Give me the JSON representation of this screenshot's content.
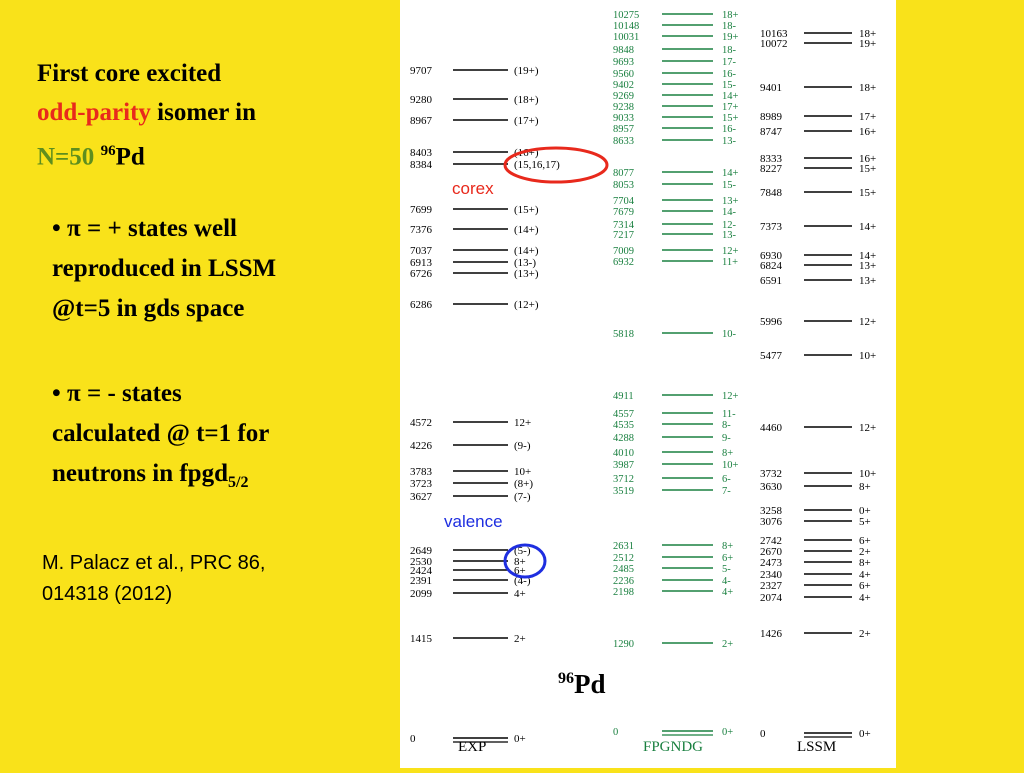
{
  "slide": {
    "title": {
      "line1": "First core excited",
      "word_red": "odd-parity",
      "line2_rest": " isomer in",
      "word_green": "N=50",
      "mass": "96",
      "element": "Pd"
    },
    "bullets": [
      {
        "marker": "•",
        "pi": "π",
        "lines": [
          " = + states well",
          "reproduced in LSSM",
          "@t=5 in gds space"
        ]
      },
      {
        "marker": "•",
        "pi": "π",
        "lines": [
          " = - states",
          "calculated @ t=1 for",
          "neutrons in fpgd"
        ],
        "subscript": "5/2"
      }
    ],
    "reference": [
      "M. Palacz et al., PRC 86,",
      "014318 (2012)"
    ]
  },
  "scheme": {
    "nucleus_label": {
      "mass": "96",
      "element": "Pd"
    },
    "annotations": {
      "corex": "corex",
      "valence": "valence"
    },
    "colors": {
      "exp": "#000000",
      "fpgndg": "#1A8040",
      "lssm": "#000000",
      "corex": "#E8291C",
      "valence": "#1E2EE0"
    },
    "columns": [
      {
        "name": "EXP",
        "levels": [
          {
            "energy": "9707",
            "spin": "(19+)"
          },
          {
            "energy": "9280",
            "spin": "(18+)"
          },
          {
            "energy": "8967",
            "spin": "(17+)"
          },
          {
            "energy": "8403",
            "spin": "(16+)"
          },
          {
            "energy": "8384",
            "spin": "(15,16,17)"
          },
          {
            "energy": "7699",
            "spin": "(15+)"
          },
          {
            "energy": "7376",
            "spin": "(14+)"
          },
          {
            "energy": "7037",
            "spin": "(14+)"
          },
          {
            "energy": "6913",
            "spin": "(13-)"
          },
          {
            "energy": "6726",
            "spin": "(13+)"
          },
          {
            "energy": "6286",
            "spin": "(12+)"
          },
          {
            "energy": "4572",
            "spin": "12+"
          },
          {
            "energy": "4226",
            "spin": "(9-)"
          },
          {
            "energy": "3783",
            "spin": "10+"
          },
          {
            "energy": "3723",
            "spin": "(8+)"
          },
          {
            "energy": "3627",
            "spin": "(7-)"
          },
          {
            "energy": "2649",
            "spin": "(5-)"
          },
          {
            "energy": "2530",
            "spin": "8+"
          },
          {
            "energy": "2424",
            "spin": "6+"
          },
          {
            "energy": "2391",
            "spin": "(4-)"
          },
          {
            "energy": "2099",
            "spin": "4+"
          },
          {
            "energy": "1415",
            "spin": "2+"
          },
          {
            "energy": "0",
            "spin": "0+"
          }
        ]
      },
      {
        "name": "FPGNDG",
        "levels": [
          {
            "energy": "10275",
            "spin": "18+"
          },
          {
            "energy": "10148",
            "spin": "18-"
          },
          {
            "energy": "10031",
            "spin": "19+"
          },
          {
            "energy": "9848",
            "spin": "18-"
          },
          {
            "energy": "9693",
            "spin": "17-"
          },
          {
            "energy": "9560",
            "spin": "16-"
          },
          {
            "energy": "9402",
            "spin": "15-"
          },
          {
            "energy": "9269",
            "spin": "14+"
          },
          {
            "energy": "9238",
            "spin": "17+"
          },
          {
            "energy": "9033",
            "spin": "15+"
          },
          {
            "energy": "8957",
            "spin": "16-"
          },
          {
            "energy": "8633",
            "spin": "13-"
          },
          {
            "energy": "8077",
            "spin": "14+"
          },
          {
            "energy": "8053",
            "spin": "15-"
          },
          {
            "energy": "7704",
            "spin": "13+"
          },
          {
            "energy": "7679",
            "spin": "14-"
          },
          {
            "energy": "7314",
            "spin": "12-"
          },
          {
            "energy": "7217",
            "spin": "13-"
          },
          {
            "energy": "7009",
            "spin": "12+"
          },
          {
            "energy": "6932",
            "spin": "11+"
          },
          {
            "energy": "5818",
            "spin": "10-"
          },
          {
            "energy": "4911",
            "spin": "12+"
          },
          {
            "energy": "4557",
            "spin": "11-"
          },
          {
            "energy": "4535",
            "spin": "8-"
          },
          {
            "energy": "4288",
            "spin": "9-"
          },
          {
            "energy": "4010",
            "spin": "8+"
          },
          {
            "energy": "3987",
            "spin": "10+"
          },
          {
            "energy": "3712",
            "spin": "6-"
          },
          {
            "energy": "3519",
            "spin": "7-"
          },
          {
            "energy": "2631",
            "spin": "8+"
          },
          {
            "energy": "2512",
            "spin": "6+"
          },
          {
            "energy": "2485",
            "spin": "5-"
          },
          {
            "energy": "2236",
            "spin": "4-"
          },
          {
            "energy": "2198",
            "spin": "4+"
          },
          {
            "energy": "1290",
            "spin": "2+"
          },
          {
            "energy": "0",
            "spin": "0+"
          }
        ]
      },
      {
        "name": "LSSM",
        "levels": [
          {
            "energy": "10163",
            "spin": "18+"
          },
          {
            "energy": "10072",
            "spin": "19+"
          },
          {
            "energy": "9401",
            "spin": "18+"
          },
          {
            "energy": "8989",
            "spin": "17+"
          },
          {
            "energy": "8747",
            "spin": "16+"
          },
          {
            "energy": "8333",
            "spin": "16+"
          },
          {
            "energy": "8227",
            "spin": "15+"
          },
          {
            "energy": "7848",
            "spin": "15+"
          },
          {
            "energy": "7373",
            "spin": "14+"
          },
          {
            "energy": "6930",
            "spin": "14+"
          },
          {
            "energy": "6824",
            "spin": "13+"
          },
          {
            "energy": "6591",
            "spin": "13+"
          },
          {
            "energy": "5996",
            "spin": "12+"
          },
          {
            "energy": "5477",
            "spin": "10+"
          },
          {
            "energy": "4460",
            "spin": "12+"
          },
          {
            "energy": "3732",
            "spin": "10+"
          },
          {
            "energy": "3630",
            "spin": "8+"
          },
          {
            "energy": "3258",
            "spin": "0+"
          },
          {
            "energy": "3076",
            "spin": "5+"
          },
          {
            "energy": "2742",
            "spin": "6+"
          },
          {
            "energy": "2670",
            "spin": "2+"
          },
          {
            "energy": "2473",
            "spin": "8+"
          },
          {
            "energy": "2340",
            "spin": "4+"
          },
          {
            "energy": "2327",
            "spin": "6+"
          },
          {
            "energy": "2074",
            "spin": "4+"
          },
          {
            "energy": "1426",
            "spin": "2+"
          },
          {
            "energy": "0",
            "spin": "0+"
          }
        ]
      }
    ]
  }
}
